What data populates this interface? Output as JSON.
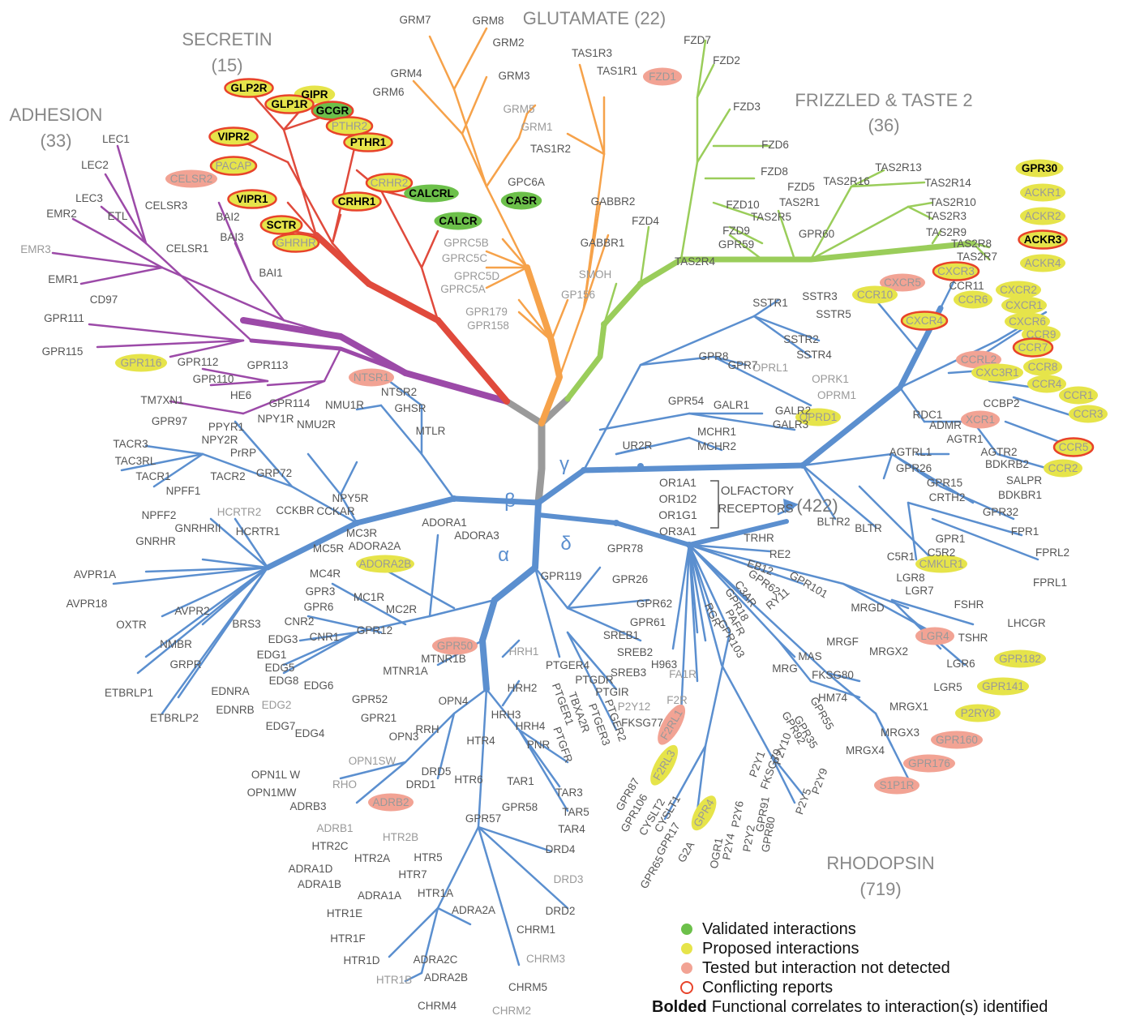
{
  "colors": {
    "adhesion": "#9c4aa8",
    "secretin": "#e04a3c",
    "glutamate": "#f6a24a",
    "frizzled": "#9acd5a",
    "rhodopsin": "#5b8fcf",
    "trunk": "#9a9a9a",
    "label": "#555555",
    "label_grey": "#999999",
    "validated": "#6cc04a",
    "proposed": "#e6e44a",
    "tested": "#f2a394",
    "conflict": "#e8432a"
  },
  "families": [
    {
      "id": "glutamate",
      "name": "GLUTAMATE (22)"
    },
    {
      "id": "secretin",
      "name": "SECRETIN",
      "count": "(15)"
    },
    {
      "id": "adhesion",
      "name": "ADHESION",
      "count": "(33)"
    },
    {
      "id": "frizzled",
      "name": "FRIZZLED & TASTE 2",
      "count": "(36)"
    },
    {
      "id": "rhodopsin",
      "name": "RHODOPSIN",
      "count": "(719)"
    }
  ],
  "greek": [
    "γ",
    "β",
    "δ",
    "α"
  ],
  "olfactory": {
    "members": [
      "OR1A1",
      "OR1D2",
      "OR1G1",
      "OR3A1"
    ],
    "title": "OLFACTORY",
    "subtitle": "RECEPTORS",
    "count": "(422)"
  },
  "receptors": {
    "adhesion": [
      "LEC1",
      "LEC2",
      "LEC3",
      "EMR2",
      "EMR3",
      "EMR1",
      "ETL",
      "CELSR2",
      "CELSR3",
      "CELSR1",
      "CD97",
      "GPR111",
      "GPR115",
      "GPR116",
      "GPR112",
      "GPR110",
      "GPR113",
      "TM7XN1",
      "HE6",
      "GPR114",
      "GPR97",
      "BAI2",
      "BAI3",
      "BAI1"
    ],
    "secretin": [
      "GLP2R",
      "GIPR",
      "GLP1R",
      "GCGR",
      "PTHR2",
      "PTHR1",
      "VIPR2",
      "PACAP",
      "CRHR2",
      "CALCRL",
      "VIPR1",
      "CRHR1",
      "SCTR",
      "GHRHR",
      "CALCR"
    ],
    "glutamate": [
      "GRM7",
      "GRM8",
      "GRM2",
      "GRM3",
      "GRM4",
      "GRM6",
      "GRM5",
      "GRM1",
      "TAS1R3",
      "TAS1R1",
      "TAS1R2",
      "GPC6A",
      "CASR",
      "GABBR2",
      "GABBR1",
      "GPRC5B",
      "GPRC5C",
      "GPRC5D",
      "GPRC5A",
      "SMOH",
      "GP156",
      "GPR179",
      "GPR158"
    ],
    "frizzled": [
      "FZD7",
      "FZD2",
      "FZD1",
      "FZD3",
      "FZD6",
      "FZD8",
      "FZD5",
      "FZD10",
      "FZD9",
      "FZD4",
      "GPR59",
      "TAS2R13",
      "TAS2R16",
      "TAS2R14",
      "TAS2R1",
      "TAS2R10",
      "TAS2R5",
      "TAS2R3",
      "TAS2R9",
      "TAS2R8",
      "TAS2R7",
      "TAS2R4",
      "GPR60"
    ],
    "unplaced": [
      "GPR30",
      "ACKR1",
      "ACKR2",
      "ACKR3",
      "ACKR4"
    ],
    "rhodopsin_gamma": [
      "CXCR3",
      "CXCR5",
      "CCR10",
      "CCR11",
      "CCR6",
      "CXCR2",
      "CXCR1",
      "CXCR6",
      "CXCR4",
      "CCR9",
      "CCR7",
      "CCRL2",
      "CXC3R1",
      "CCR8",
      "CCR4",
      "CCBP2",
      "CCR1",
      "CCR3",
      "XCR1",
      "RDC1",
      "ADMR",
      "AGTR1",
      "CCR5",
      "AGTR2",
      "CCR2",
      "BDKRB2",
      "SALPR",
      "BDKBR1",
      "AGTRL1",
      "GPR26",
      "GPR15",
      "CRTH2",
      "GPR32",
      "SSTR1",
      "SSTR3",
      "SSTR5",
      "SSTR2",
      "SSTR4",
      "GPR8",
      "GPR7",
      "OPRL1",
      "OPRK1",
      "OPRM1",
      "GPR54",
      "GALR1",
      "GALR2",
      "GALR3",
      "OPRD1",
      "MCHR1",
      "MCHR2",
      "UR2R",
      "BLTR2",
      "BLTR",
      "GPR1",
      "C5R2",
      "FPR1",
      "FPRL2",
      "FPRL1",
      "C5R1",
      "CMKLR1"
    ],
    "rhodopsin_beta": [
      "NTSR1",
      "NTSR2",
      "NMU1R",
      "GHSR",
      "NPY1R",
      "PPYR1",
      "NMU2R",
      "MTLR",
      "NPY2R",
      "TACR3",
      "PrRP",
      "TAC3RL",
      "TACR1",
      "TACR2",
      "GRP72",
      "NPFF1",
      "NPY5R",
      "CCKBR",
      "CCKAR",
      "NPFF2",
      "HCRTR2",
      "GNRHRII",
      "HCRTR1",
      "GNRHR",
      "AVPR1A",
      "AVPR18",
      "OXTR",
      "AVPR2",
      "NMBR",
      "BRS3",
      "GRPR",
      "ETBRLP1",
      "ETBRLP2"
    ],
    "rhodopsin_alpha": [
      "MC3R",
      "ADORA2A",
      "ADORA1",
      "ADORA3",
      "MC5R",
      "ADORA2B",
      "MC4R",
      "GPR3",
      "MC1R",
      "GPR6",
      "MC2R",
      "CNR2",
      "GPR12",
      "CNR1",
      "EDG3",
      "EDG1",
      "EDG5",
      "EDG8",
      "EDG6",
      "EDNRA",
      "EDNRB",
      "EDG2",
      "EDG7",
      "EDG4",
      "GPR52",
      "GPR21",
      "OPN3",
      "RRH",
      "OPN1SW",
      "OPN1L W",
      "OPN1MW",
      "RHO",
      "ADRB3",
      "ADRB2",
      "ADRB1",
      "HTR2C",
      "HTR2B",
      "HTR2A",
      "HTR5",
      "HTR7",
      "ADRA1D",
      "ADRA1B",
      "ADRA1A",
      "HTR1A",
      "HTR1E",
      "HTR1F",
      "HTR1D",
      "HTR1B",
      "ADRA2A",
      "ADRA2C",
      "ADRA2B",
      "CHRM4",
      "CHRM2",
      "CHRM5",
      "CHRM3",
      "CHRM1",
      "DRD2",
      "DRD3",
      "DRD4",
      "TAR4",
      "TAR5",
      "TAR3",
      "TAR1",
      "GPR58",
      "GPR57",
      "HTR6",
      "DRD5",
      "DRD1",
      "HTR4",
      "PNR",
      "HRH4",
      "HRH3",
      "HRH2",
      "HRH1",
      "OPN4",
      "MTNR1A",
      "MTNR1B",
      "GPR50",
      "GPR119",
      "GPR78",
      "GPR26",
      "GPR62",
      "GPR61",
      "SREB1",
      "SREB2",
      "SREB3",
      "PTGER4",
      "PTGDR",
      "PTGIR",
      "PTGER2",
      "PTGER3",
      "TBXA2R",
      "PTGER1",
      "PTGFR"
    ],
    "rhodopsin_delta": [
      "TRHR",
      "RE2",
      "GPR101",
      "EB12",
      "GPR62",
      "RY11",
      "C3AR",
      "GPR18",
      "PAFR",
      "GPR103",
      "RGR",
      "LGR8",
      "LGR7",
      "MRGD",
      "FSHR",
      "LHCGR",
      "LGR4",
      "TSHR",
      "MRG",
      "MAS",
      "MRGF",
      "MRGX2",
      "LGR6",
      "LGR5",
      "H963",
      "FA1R",
      "F2R",
      "P2Y12",
      "FKSG77",
      "F2RL1",
      "F2RL3",
      "FKSG80",
      "HM74",
      "MRGX1",
      "MRGX3",
      "MRGX4",
      "GPR87",
      "GPR106",
      "CYSLT2",
      "CYSLT1",
      "GPR17",
      "GPR65",
      "G2A",
      "GPR4",
      "OGR1",
      "P2Y4",
      "P2Y6",
      "P2Y2",
      "GPR91",
      "GPR80",
      "P2Y1",
      "FKSG79",
      "P2Y10",
      "GPR92",
      "GPR35",
      "GPR55",
      "P2Y5",
      "P2Y9",
      "GPR182",
      "GPR141",
      "P2RY8",
      "GPR160",
      "GPR176",
      "S1P1R"
    ]
  },
  "legend": [
    {
      "marker": "validated",
      "text": "Validated interactions"
    },
    {
      "marker": "proposed",
      "text": "Proposed interactions"
    },
    {
      "marker": "tested",
      "text": "Tested but interaction not detected"
    },
    {
      "marker": "conflict",
      "text": "Conflicting reports"
    },
    {
      "marker": "bold",
      "bold_text": "Bolded",
      "text": "Functional correlates to interaction(s) identified"
    }
  ]
}
